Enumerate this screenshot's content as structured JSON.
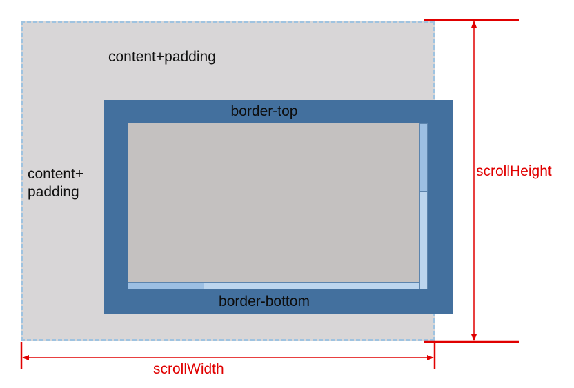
{
  "diagram": {
    "outer_area": {
      "top_label": "content+padding",
      "left_label_line1": "content+",
      "left_label_line2": "padding"
    },
    "element": {
      "border_top_label": "border-top",
      "border_bottom_label": "border-bottom"
    },
    "dimensions": {
      "height_label": "scrollHeight",
      "width_label": "scrollWidth"
    },
    "colors": {
      "content_padding_fill": "#d8d6d7",
      "dashed_outline": "#9fc3e0",
      "border_fill": "#43709e",
      "viewport_fill": "#c4c1c0",
      "scrollbar_track": "#bcd5ee",
      "scrollbar_thumb": "#9cbfe3",
      "dimension_lines": "#e00000"
    }
  }
}
